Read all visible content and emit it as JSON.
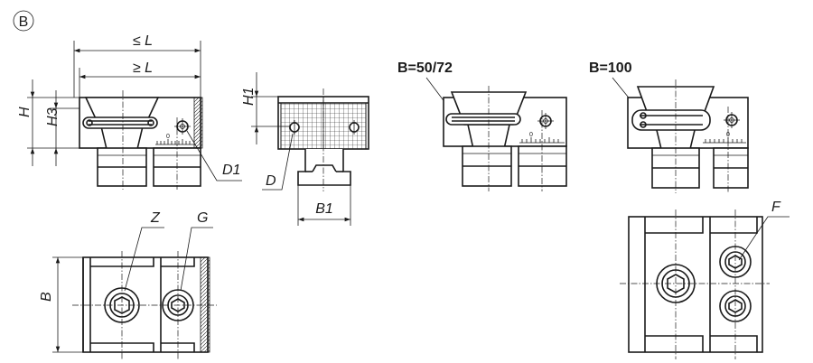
{
  "view_label": "B",
  "dimensions": {
    "max_length": "≤ L",
    "min_length": "≥ L",
    "height": "H",
    "height_3": "H3",
    "height_1": "H1",
    "bore_diameter": "D1",
    "pin_diameter": "D",
    "width_1": "B1",
    "width": "B"
  },
  "parts": {
    "z": "Z",
    "g": "G",
    "f": "F"
  },
  "variants": {
    "b50_72": "B=50/72",
    "b100": "B=100"
  },
  "scale_zero": "0",
  "colors": {
    "line": "#1a1a1a",
    "background": "#ffffff"
  }
}
